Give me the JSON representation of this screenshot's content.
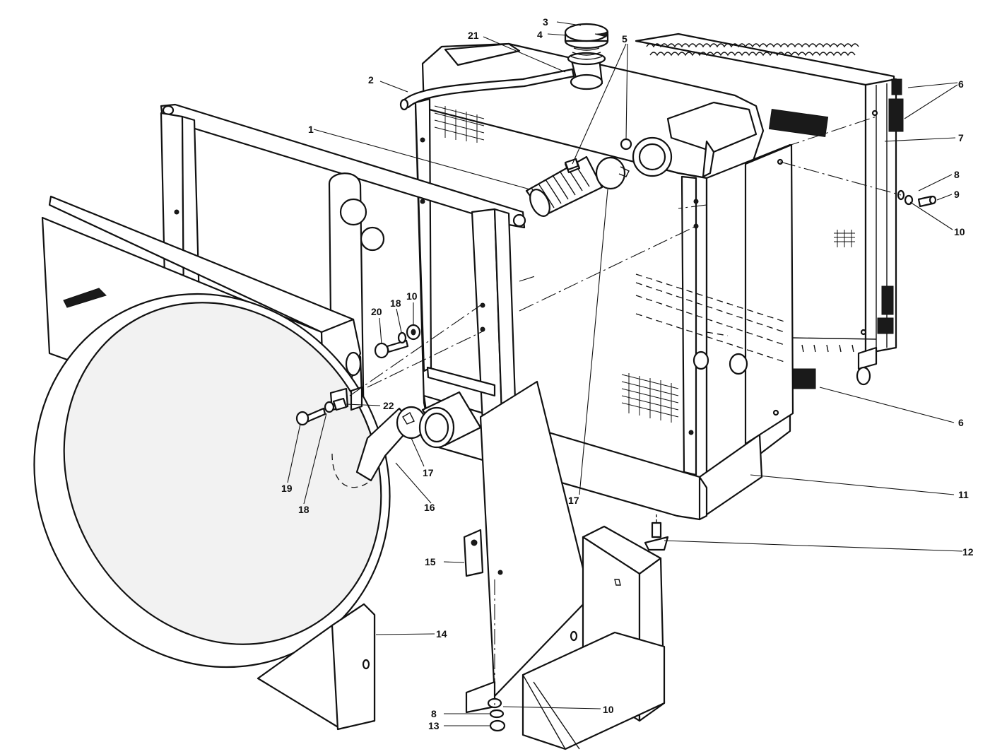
{
  "diagram": {
    "callouts": [
      {
        "id": "c3",
        "label": "3"
      },
      {
        "id": "c4",
        "label": "4"
      },
      {
        "id": "c21",
        "label": "21"
      },
      {
        "id": "c5",
        "label": "5"
      },
      {
        "id": "c2",
        "label": "2"
      },
      {
        "id": "c6a",
        "label": "6"
      },
      {
        "id": "c7",
        "label": "7"
      },
      {
        "id": "c1",
        "label": "1"
      },
      {
        "id": "c8a",
        "label": "8"
      },
      {
        "id": "c9",
        "label": "9"
      },
      {
        "id": "c10a",
        "label": "10"
      },
      {
        "id": "c20",
        "label": "20"
      },
      {
        "id": "c18a",
        "label": "18"
      },
      {
        "id": "c10b",
        "label": "10"
      },
      {
        "id": "c22",
        "label": "22"
      },
      {
        "id": "c6b",
        "label": "6"
      },
      {
        "id": "c19",
        "label": "19"
      },
      {
        "id": "c18b",
        "label": "18"
      },
      {
        "id": "c17a",
        "label": "17"
      },
      {
        "id": "c16",
        "label": "16"
      },
      {
        "id": "c17b",
        "label": "17"
      },
      {
        "id": "c11",
        "label": "11"
      },
      {
        "id": "c12",
        "label": "12"
      },
      {
        "id": "c15",
        "label": "15"
      },
      {
        "id": "c14",
        "label": "14"
      },
      {
        "id": "c8b",
        "label": "8"
      },
      {
        "id": "c10c",
        "label": "10"
      },
      {
        "id": "c13",
        "label": "13"
      }
    ]
  }
}
